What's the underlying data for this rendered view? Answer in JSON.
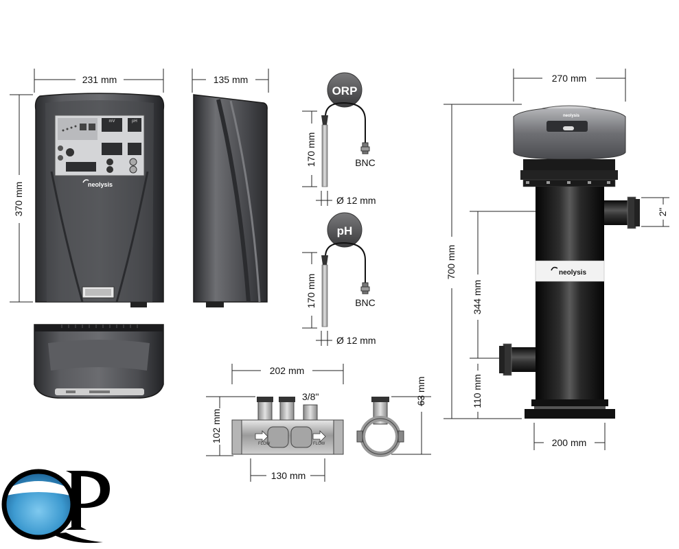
{
  "control_unit": {
    "width_label": "231 mm",
    "height_label": "370 mm",
    "depth_label": "135 mm",
    "brand": "neolysis",
    "panel_labels": {
      "mv": "mV",
      "ph": "pH"
    }
  },
  "orp_probe": {
    "badge": "ORP",
    "length_label": "170 mm",
    "connector_label": "BNC",
    "diameter_label": "Ø 12 mm"
  },
  "ph_probe": {
    "badge": "pH",
    "length_label": "170 mm",
    "connector_label": "BNC",
    "diameter_label": "Ø 12 mm"
  },
  "manifold": {
    "length_label": "202 mm",
    "height_label": "102 mm",
    "port_label": "3/8\"",
    "spacing_label": "130 mm",
    "clamp_height_label": "63 mm",
    "flow_label": "FLOW"
  },
  "uv_chamber": {
    "width_label": "270 mm",
    "height_label": "700 mm",
    "inlet_height_label": "344 mm",
    "base_height_label": "110 mm",
    "base_width_label": "200 mm",
    "port_size_label": "2\"",
    "brand": "neolysis",
    "head_brand": "neolysis"
  },
  "logo": {
    "letters": "QP"
  },
  "colors": {
    "housing_dark": "#3a3b3e",
    "housing_light": "#8c8d90",
    "pipe_black": "#141414",
    "probe_badge": "#4d4d4f",
    "water_blue": "#3d9ad0"
  }
}
